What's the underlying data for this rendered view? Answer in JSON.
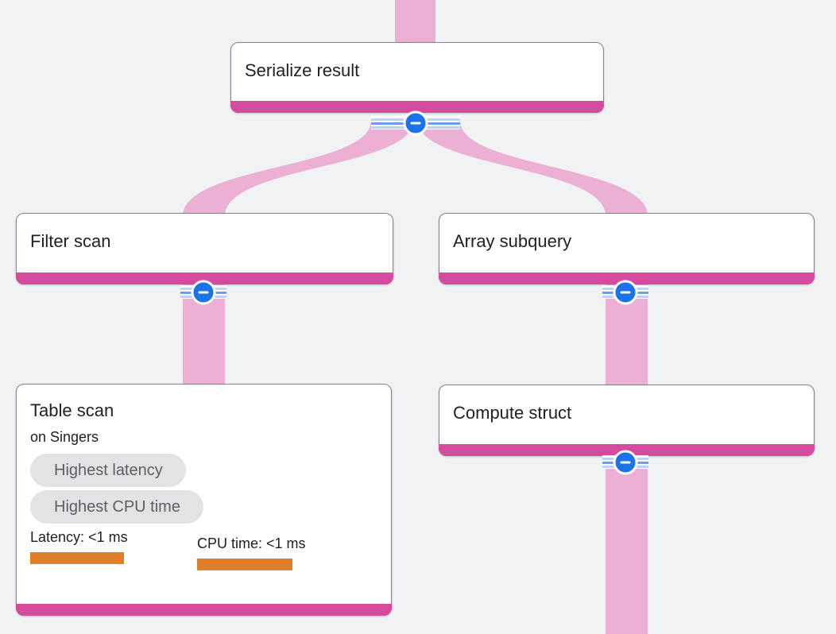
{
  "canvas": {
    "background": "#f0f2f4"
  },
  "colors": {
    "node_accent_magenta": "#d44a9d",
    "flow_ribbon_pink": "#ecb0d4",
    "collapse_button_blue": "#1a73e8",
    "stripe_light_blue": "#bcd2f9",
    "stripe_dark_blue": "#6f9cf3",
    "metric_bar_orange": "#df7e28",
    "badge_gray": "#e3e3e6",
    "node_border_gray": "#82868a"
  },
  "nodes": {
    "serialize_result": {
      "title": "Serialize result"
    },
    "filter_scan": {
      "title": "Filter scan"
    },
    "array_subquery": {
      "title": "Array subquery"
    },
    "compute_struct": {
      "title": "Compute struct"
    },
    "table_scan": {
      "title": "Table scan",
      "subtitle": "on Singers",
      "badges": [
        "Highest latency",
        "Highest CPU time"
      ],
      "metrics": [
        {
          "label": "Latency: <1 ms"
        },
        {
          "label": "CPU time: <1 ms"
        }
      ]
    }
  },
  "edges": [
    {
      "from": "offscreen-top",
      "to": "Serialize result"
    },
    {
      "from": "Serialize result",
      "to": "Filter scan"
    },
    {
      "from": "Serialize result",
      "to": "Array subquery"
    },
    {
      "from": "Filter scan",
      "to": "Table scan"
    },
    {
      "from": "Array subquery",
      "to": "Compute struct"
    },
    {
      "from": "Compute struct",
      "to": "offscreen-bottom"
    }
  ],
  "controls": {
    "collapse_buttons": [
      {
        "node": "Serialize result",
        "state": "expanded"
      },
      {
        "node": "Filter scan",
        "state": "expanded"
      },
      {
        "node": "Array subquery",
        "state": "expanded"
      },
      {
        "node": "Compute struct",
        "state": "expanded"
      }
    ]
  }
}
